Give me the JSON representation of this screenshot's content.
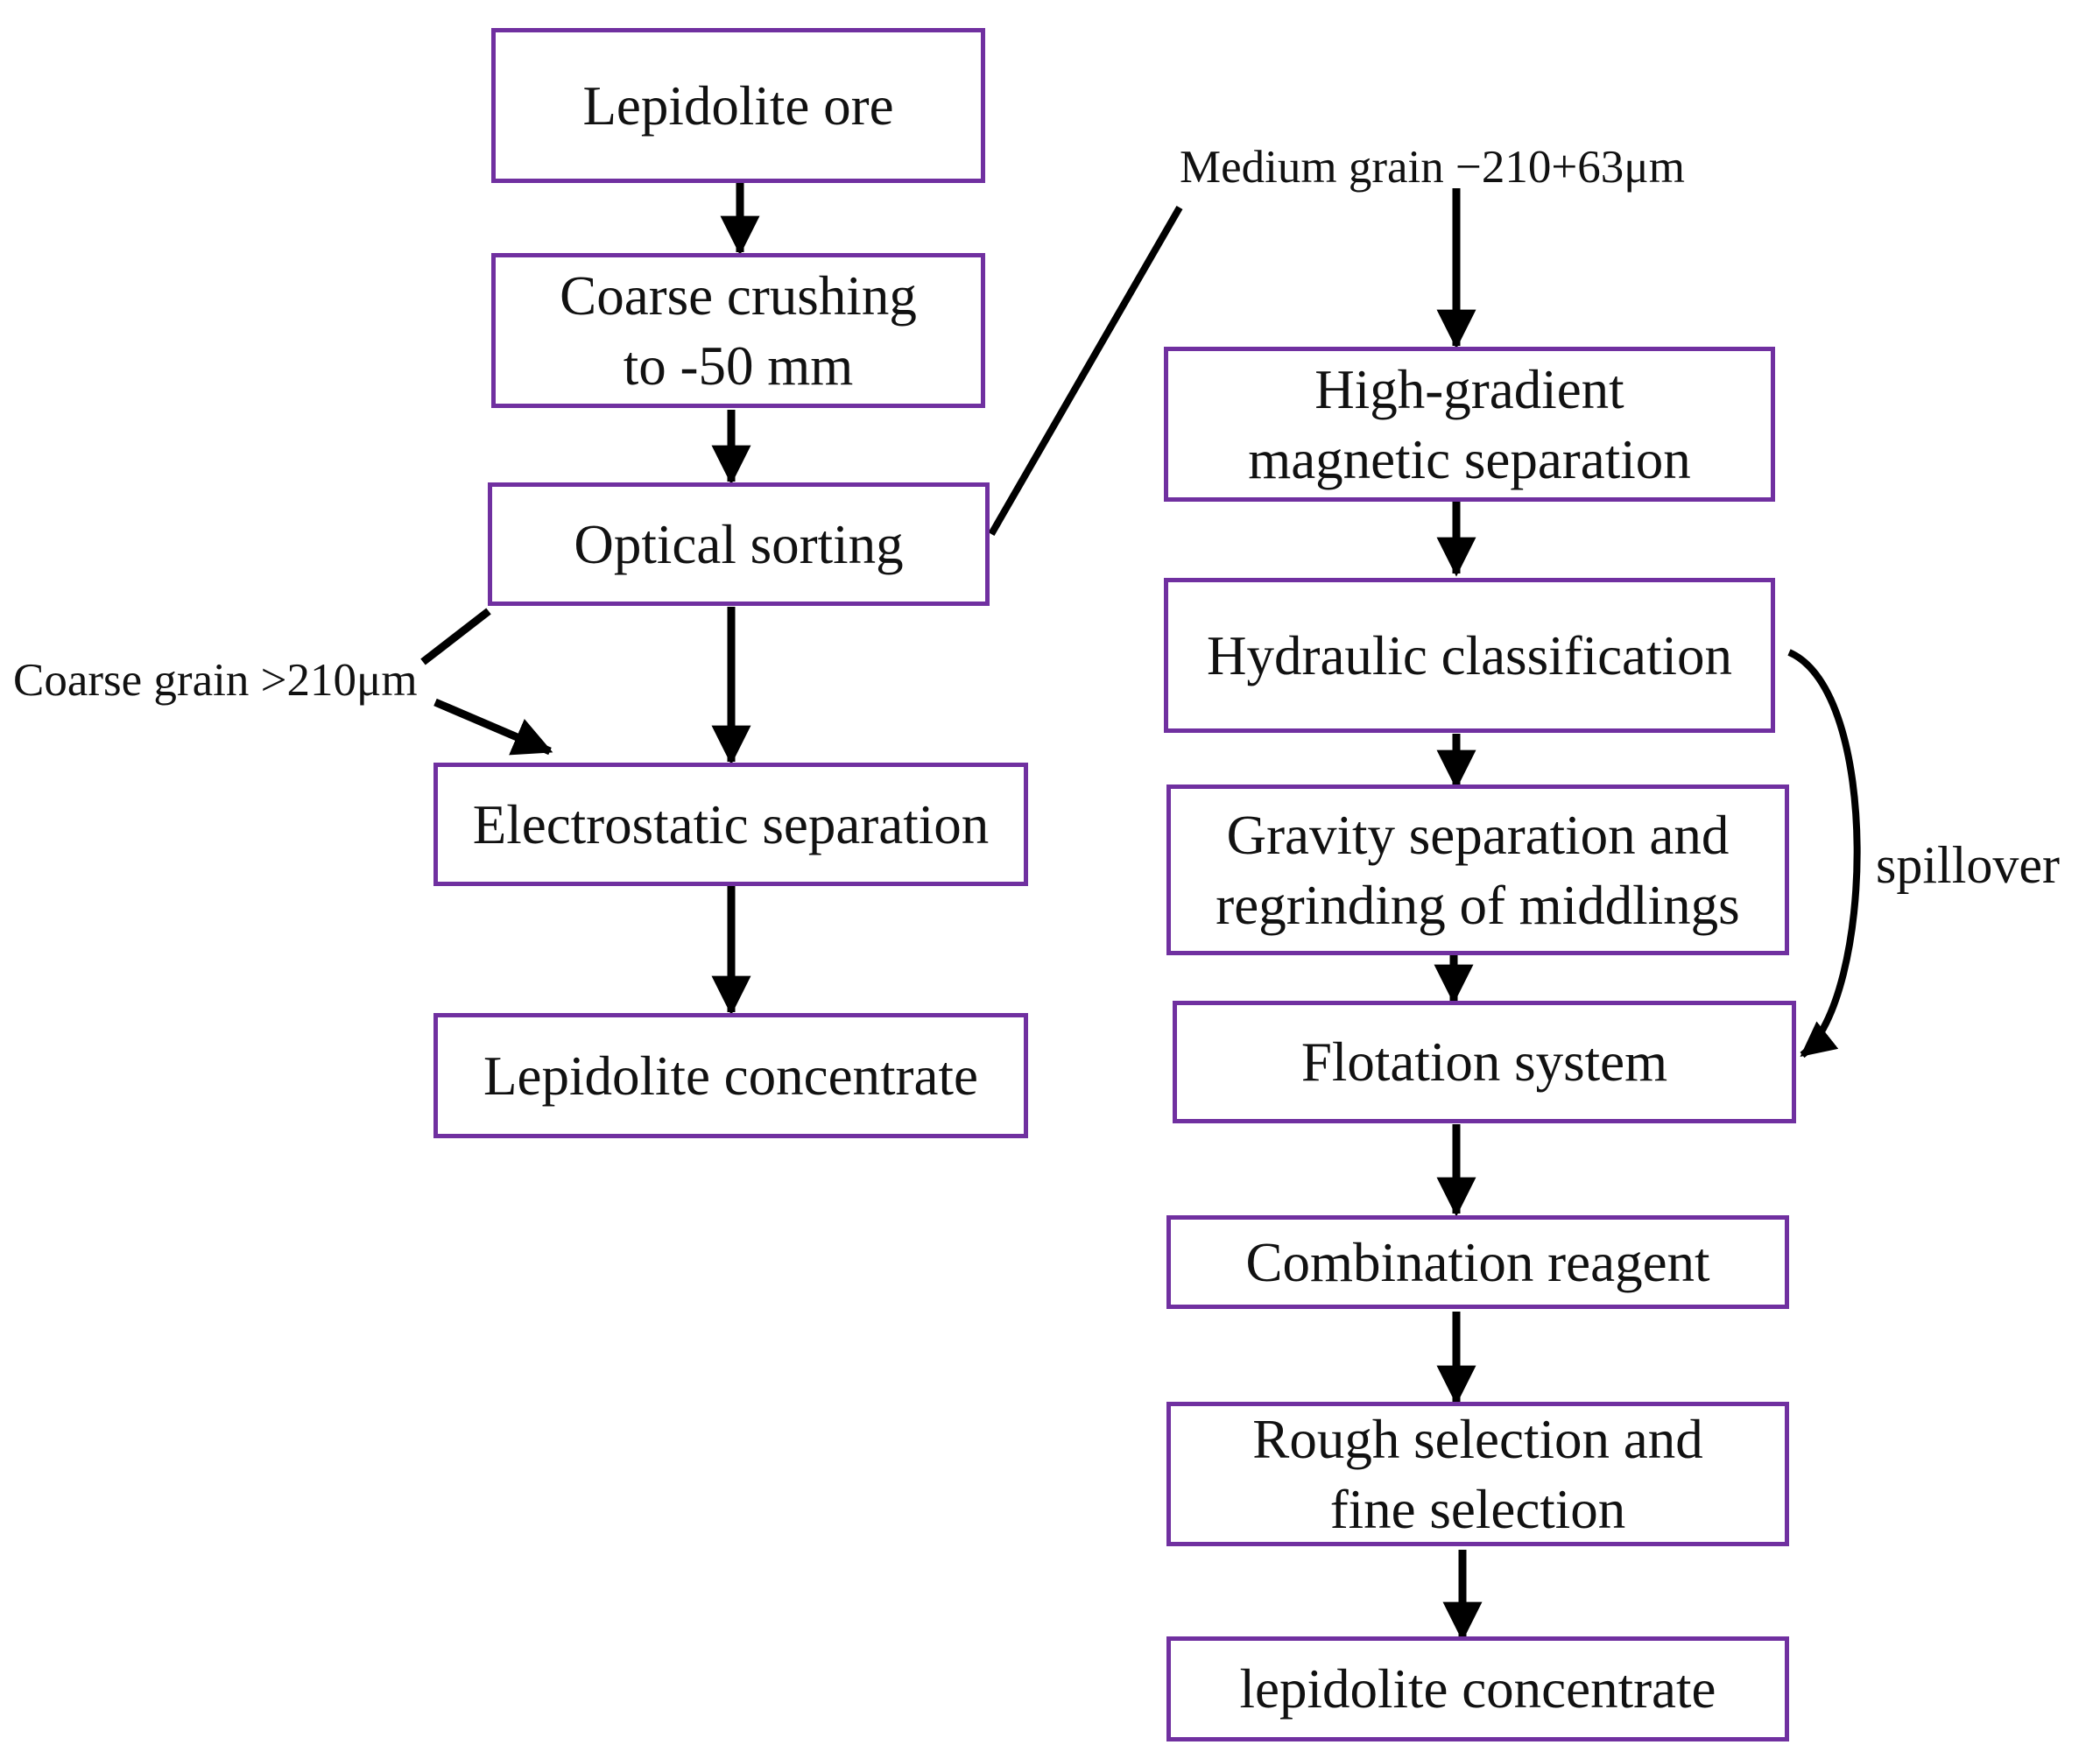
{
  "nodes": {
    "lepidolite_ore": "Lepidolite ore",
    "coarse_crushing": "Coarse crushing\nto -50 mm",
    "optical_sorting": "Optical sorting",
    "electrostatic_separation": "Electrostatic separation",
    "lepidolite_concentrate_left": "Lepidolite concentrate",
    "high_gradient": "High-gradient\nmagnetic separation",
    "hydraulic_classification": "Hydraulic classification",
    "gravity_separation": "Gravity separation and\nregrinding of middlings",
    "flotation_system": "Flotation system",
    "combination_reagent": "Combination reagent",
    "rough_fine_selection": "Rough selection and\nfine selection",
    "lepidolite_concentrate_right": "lepidolite concentrate"
  },
  "labels": {
    "medium_grain": "Medium grain −210+63μm",
    "coarse_grain": "Coarse grain >210μm",
    "spillover": "spillover"
  },
  "colors": {
    "box_border": "#7030A0",
    "arrow": "#000000",
    "text": "#111111"
  }
}
